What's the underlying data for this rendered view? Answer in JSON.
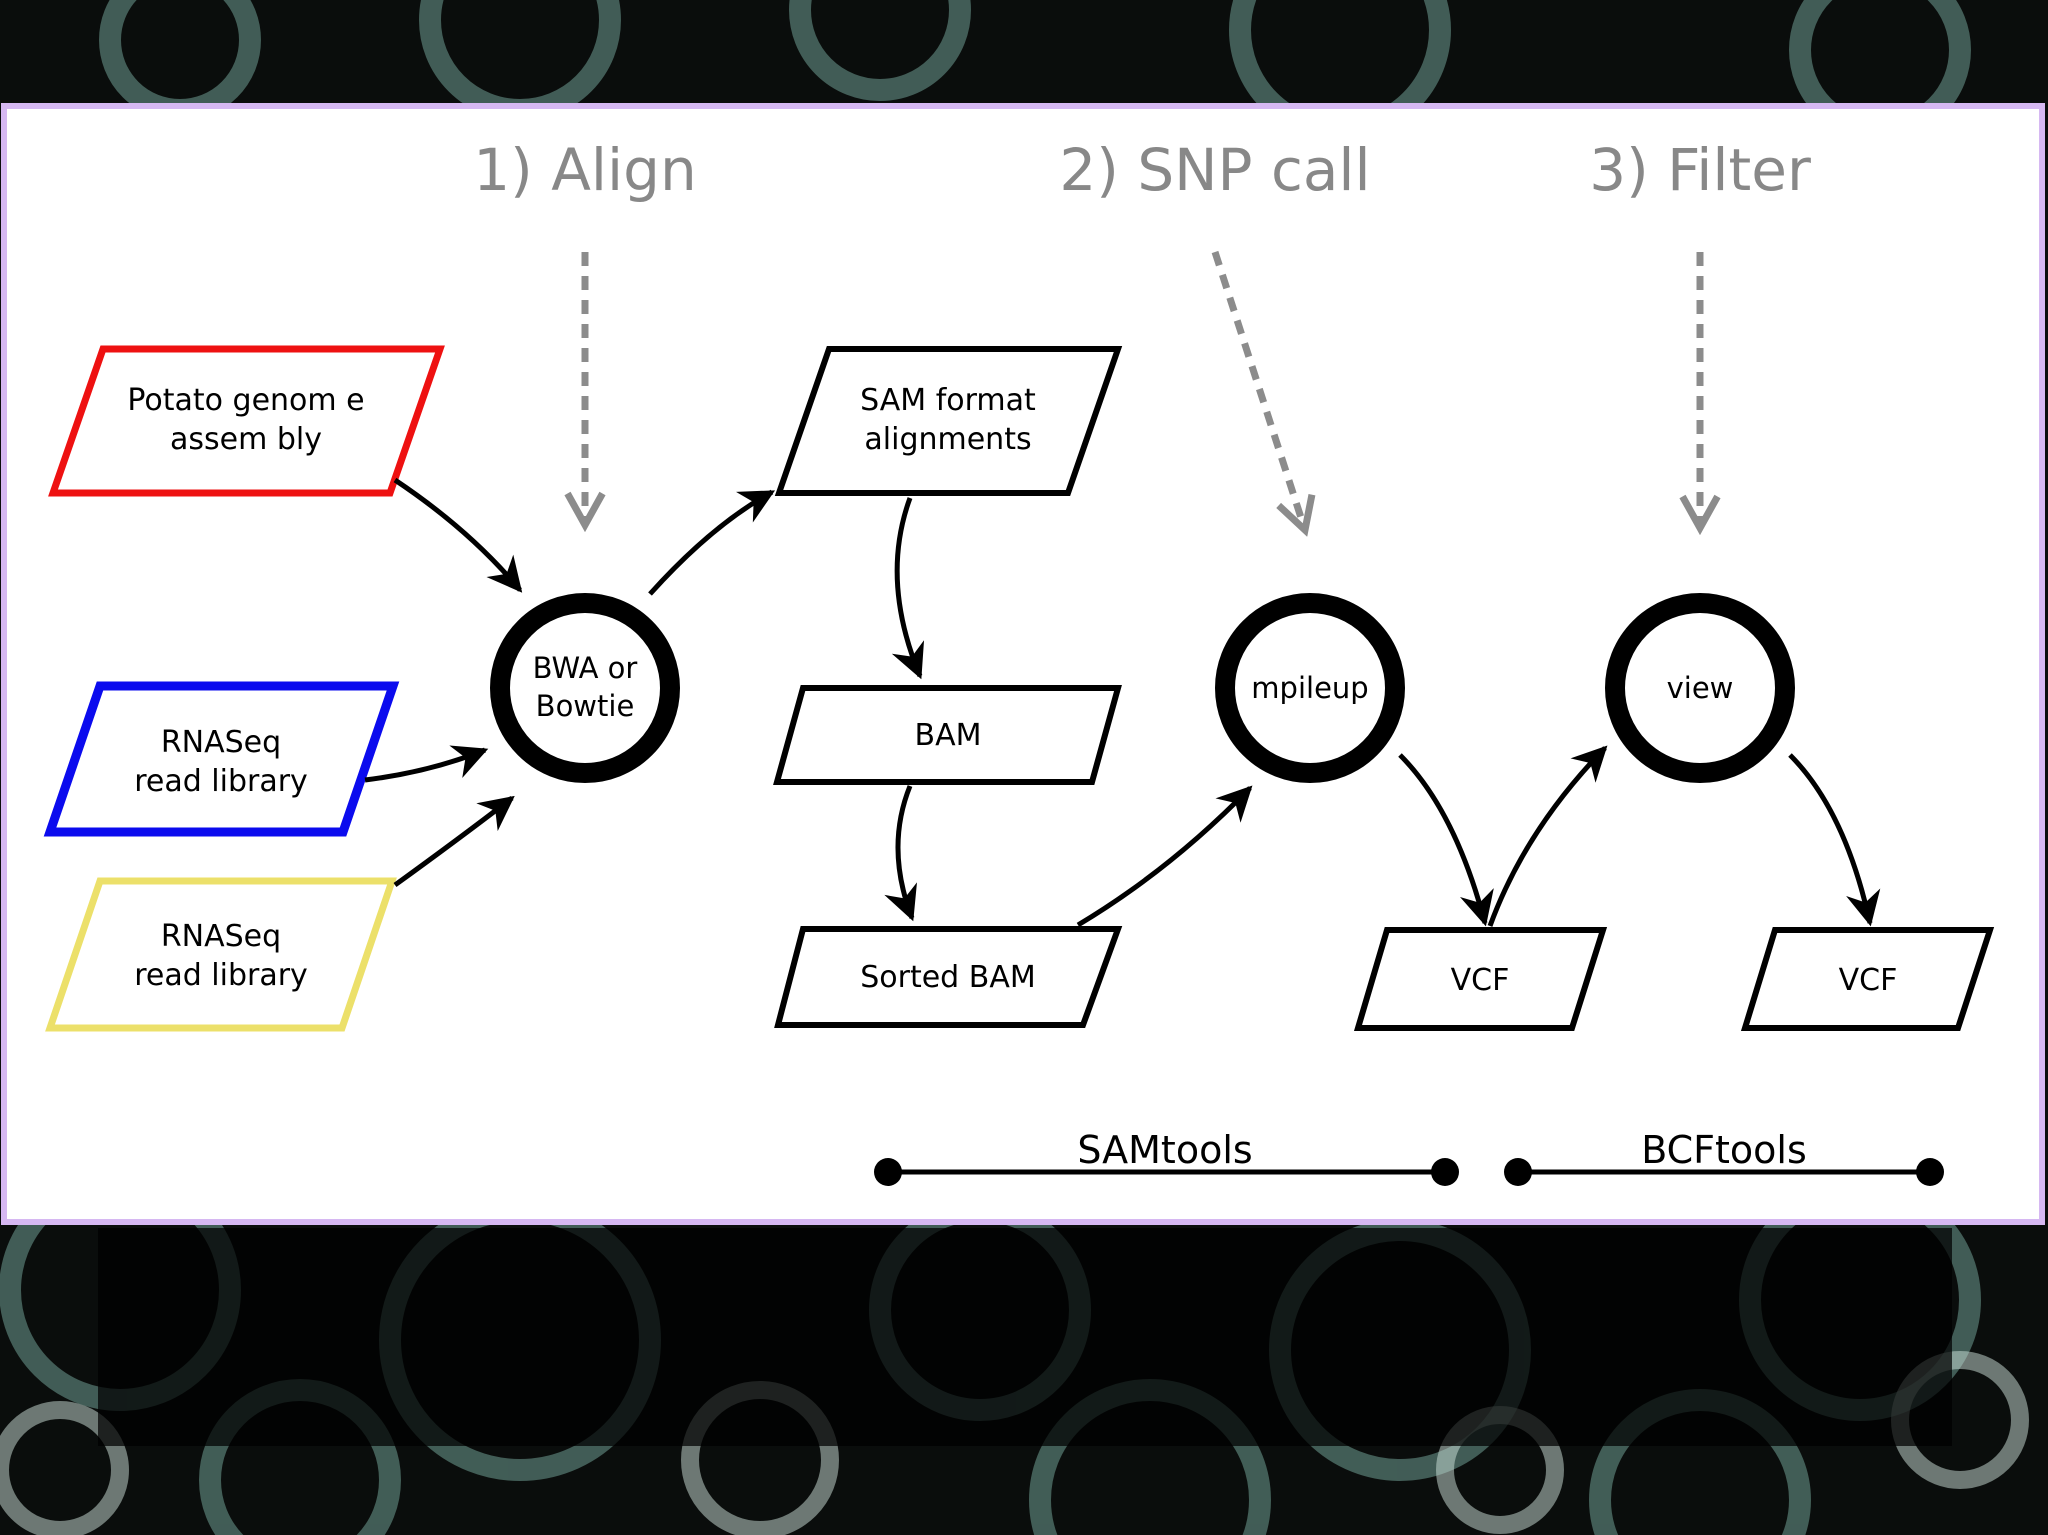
{
  "steps": {
    "align": "1) Align",
    "snp_call": "2) SNP call",
    "filter": "3) Filter"
  },
  "inputs": {
    "genome": {
      "line1": "Potato genom e",
      "line2": "assem bly",
      "color": "#ee1111"
    },
    "rnaseq1": {
      "line1": "RNASeq",
      "line2": "read library",
      "color": "#0b0bee"
    },
    "rnaseq2": {
      "line1": "RNASeq",
      "line2": "read library",
      "color": "#ece06a"
    }
  },
  "processes": {
    "aligner": {
      "line1": "BWA or",
      "line2": "Bowtie"
    },
    "mpileup": {
      "label": "mpileup"
    },
    "view": {
      "label": "view"
    }
  },
  "data_nodes": {
    "sam": {
      "line1": "SAM format",
      "line2": "alignments"
    },
    "bam": {
      "label": "BAM"
    },
    "sorted_bam": {
      "label": "Sorted BAM"
    },
    "vcf1": {
      "label": "VCF"
    },
    "vcf2": {
      "label": "VCF"
    }
  },
  "toolbars": {
    "samtools": "SAMtools",
    "bcftools": "BCFtools"
  },
  "colors": {
    "frame_border": "#d6b8f2",
    "step_label": "#888888",
    "dashed_arrow": "#8c8c8c"
  }
}
